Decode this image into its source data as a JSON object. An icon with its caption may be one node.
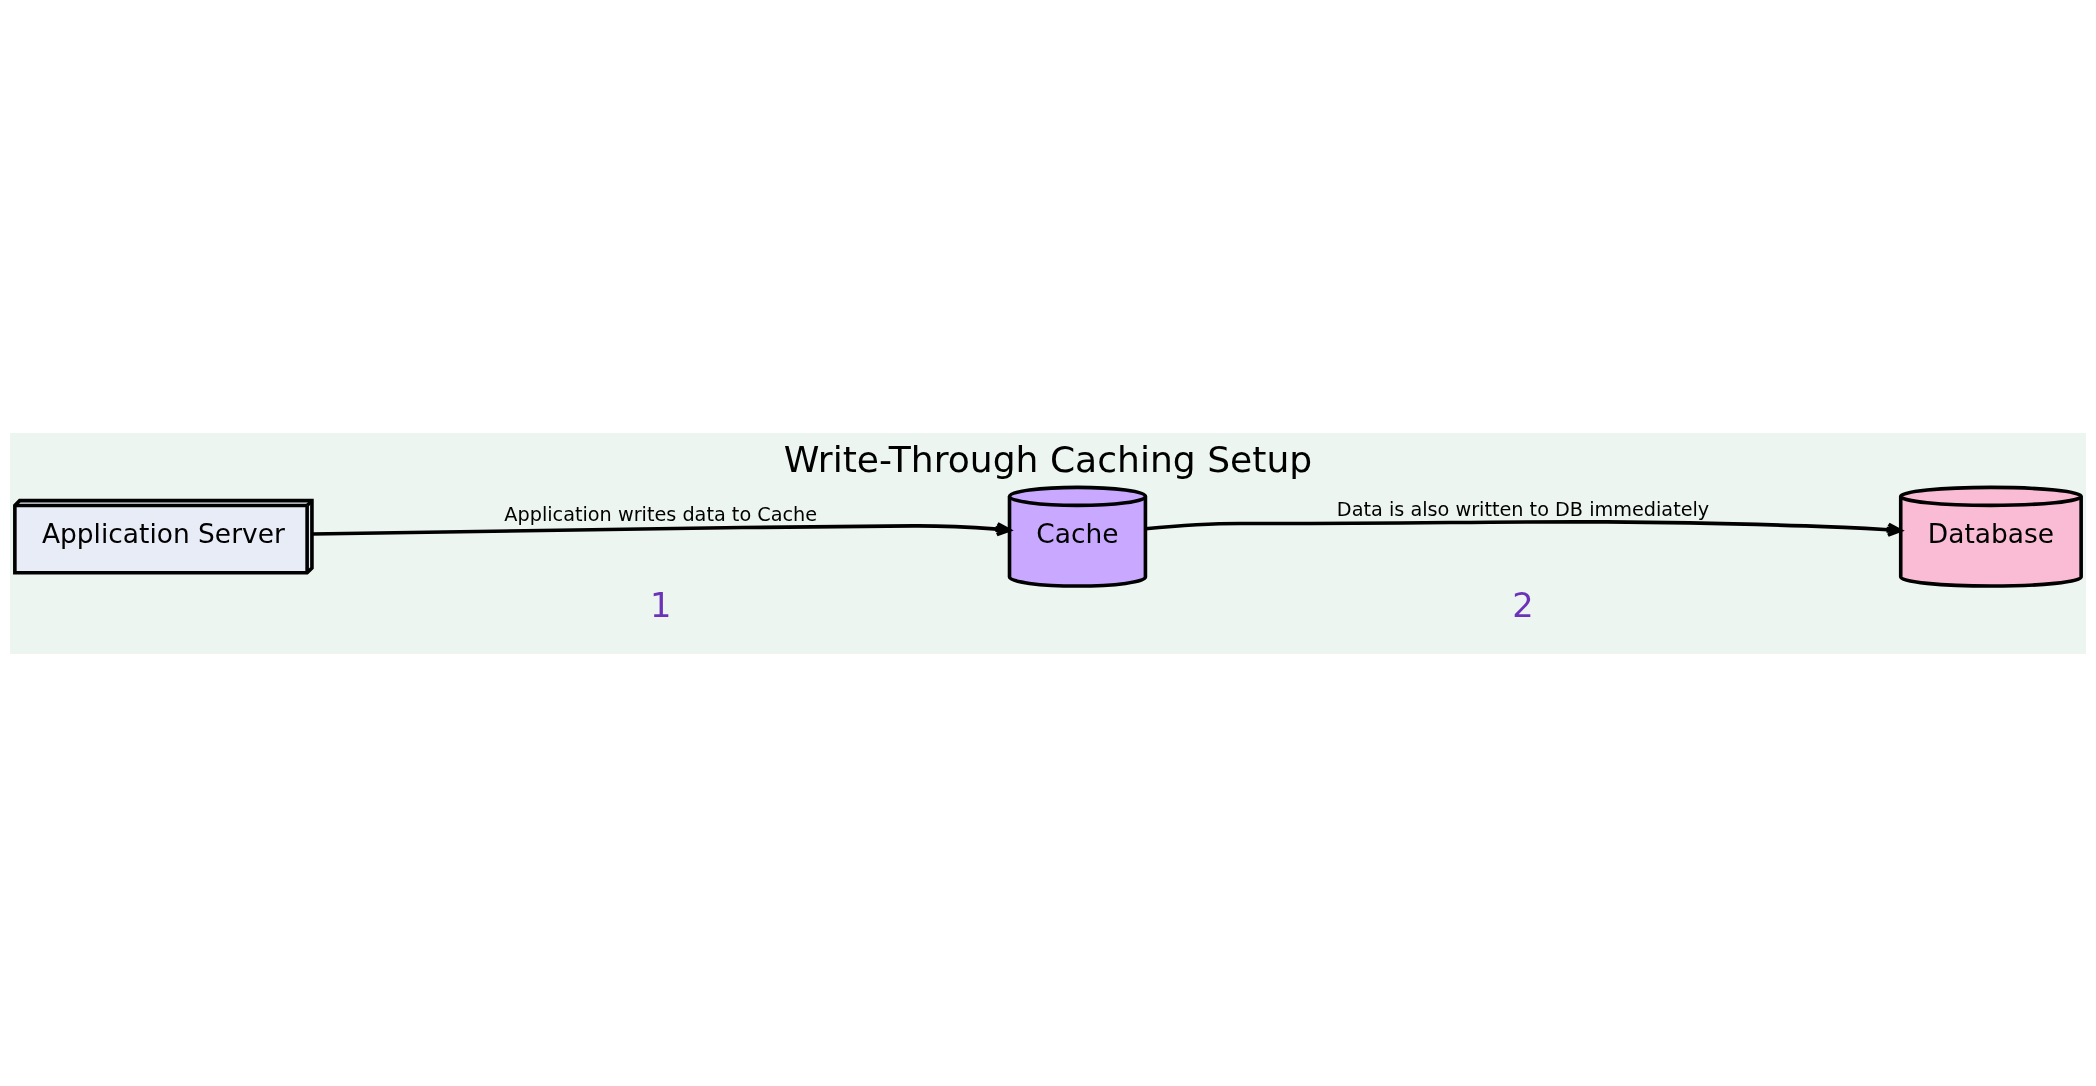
{
  "diagram": {
    "title": "Write-Through Caching Setup",
    "nodes": [
      {
        "text": [
          "Application Server"
        ]
      },
      {
        "text": [
          "Cache"
        ]
      },
      {
        "text": [
          "Database"
        ]
      }
    ],
    "edges": [
      {
        "from": 0,
        "to": 1,
        "arrow": "to",
        "label": "Application writes data to Cache"
      },
      {
        "from": 1,
        "to": 2,
        "arrow": "to",
        "label": "Data is also written to DB immediately"
      }
    ],
    "labels": [
      "1",
      "2"
    ]
  }
}
